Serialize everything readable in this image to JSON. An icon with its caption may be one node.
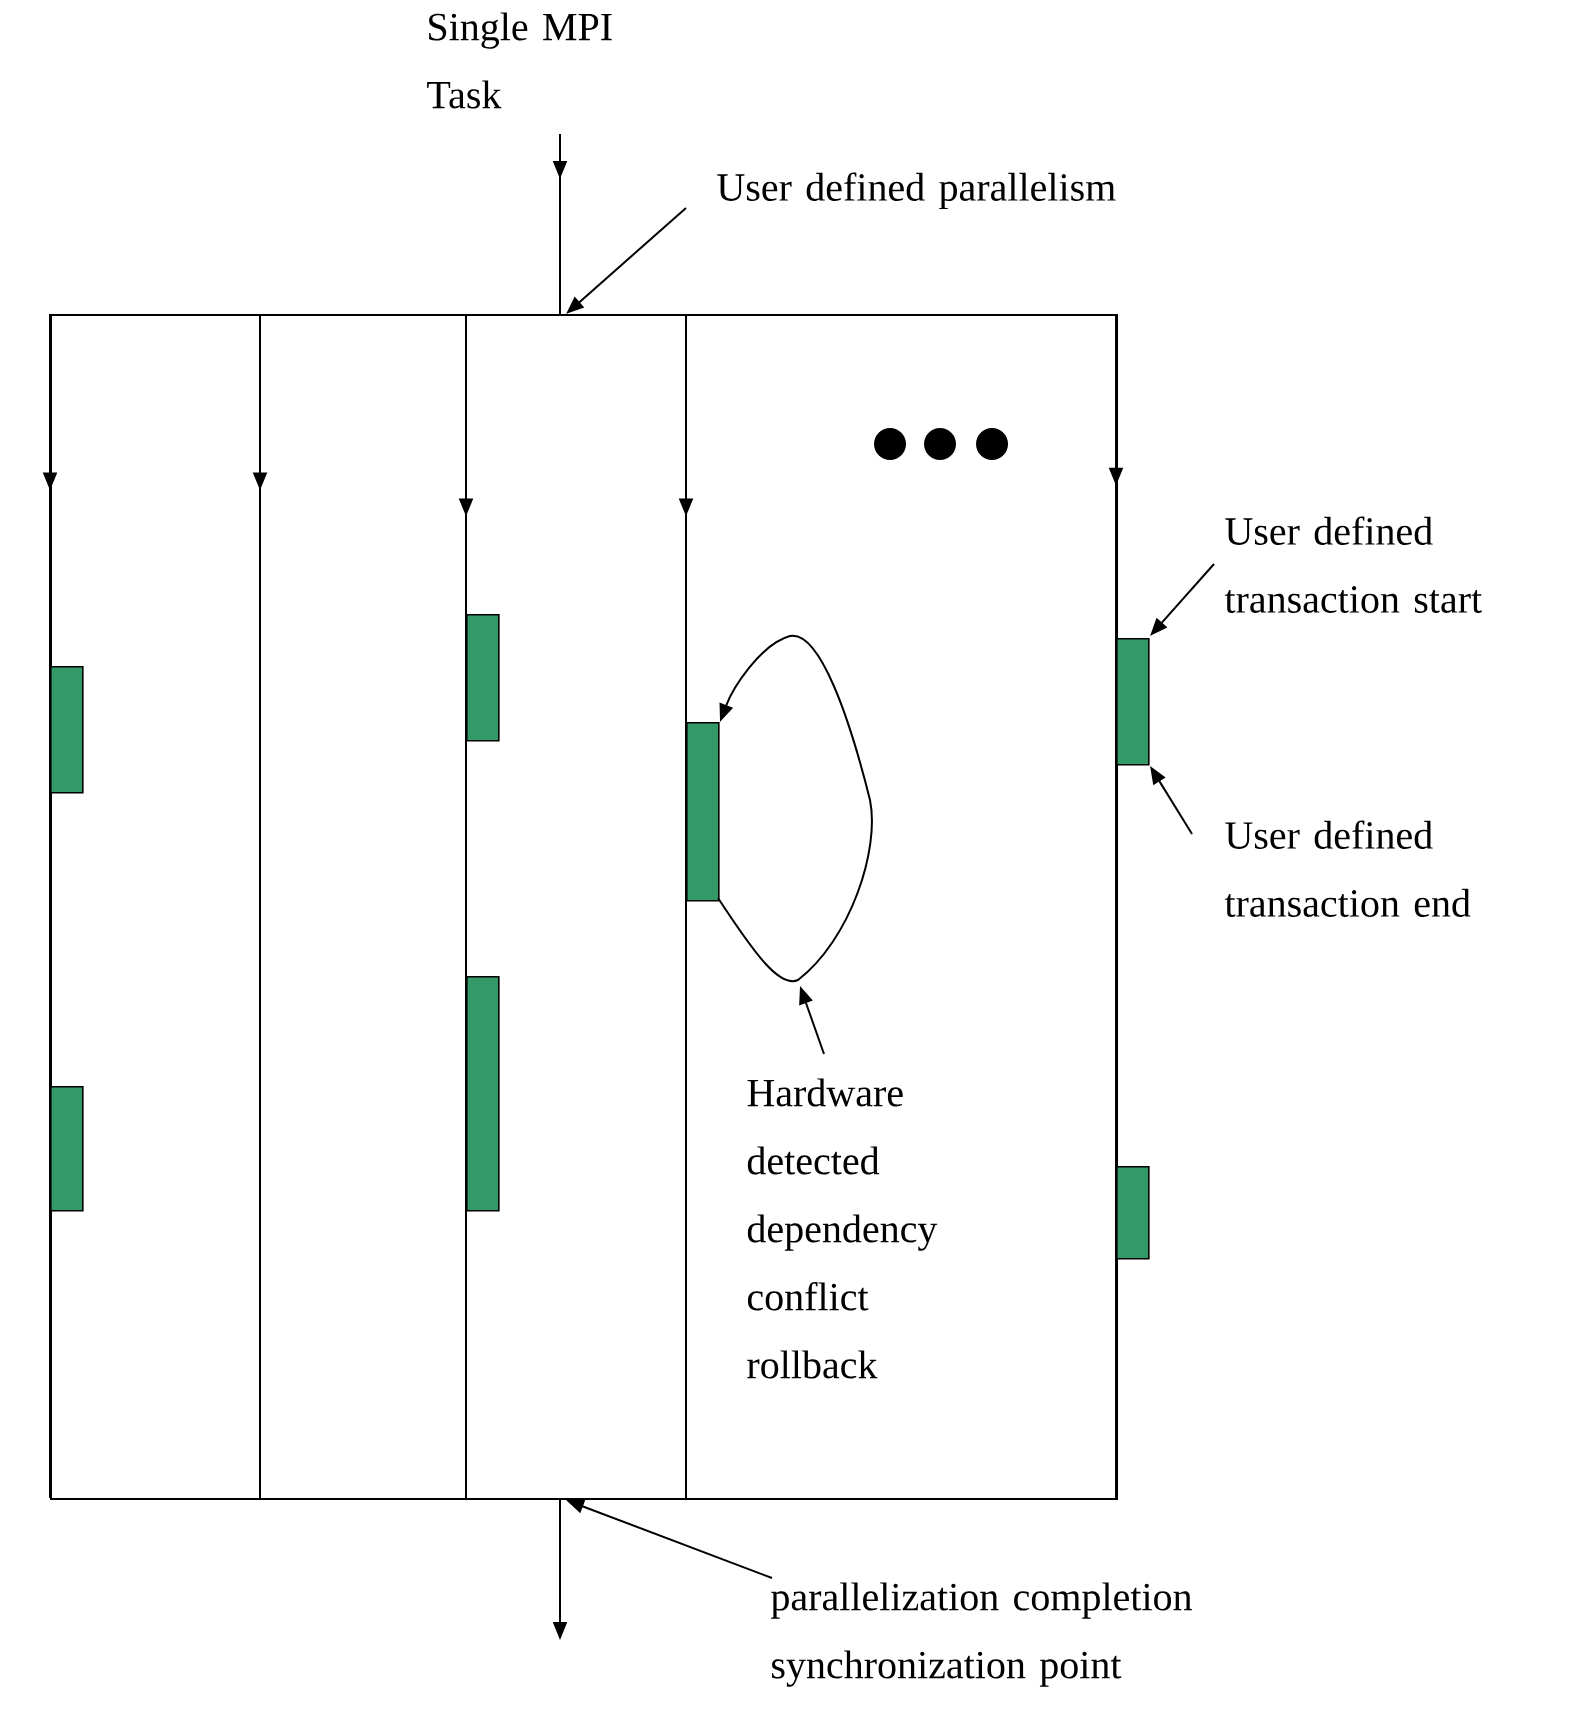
{
  "diagram": {
    "nodes": [
      {
        "text": [
          "Single MPI Task"
        ]
      },
      {
        "text": [],
        "shape": "box"
      },
      {
        "text": [
          "User defined parallelism"
        ]
      },
      {
        "text": [],
        "shape": "bar",
        "in": 1
      },
      {
        "text": [],
        "shape": "bar",
        "in": 1
      },
      {
        "text": [],
        "shape": "bar",
        "in": 1
      },
      {
        "text": [],
        "shape": "bar",
        "in": 1
      },
      {
        "text": [],
        "shape": "bar",
        "in": 1
      },
      {
        "text": [],
        "shape": "bar"
      },
      {
        "text": [],
        "shape": "bar"
      },
      {
        "text": [
          "User defined transaction start"
        ]
      },
      {
        "text": [
          "User defined transaction end"
        ]
      },
      {
        "text": [
          "Hardware detected dependency conflict rollback"
        ],
        "in": 1
      },
      {
        "text": [
          "parallelization completion synchronization point"
        ]
      }
    ],
    "edges": [
      {
        "from": 0,
        "to": 1,
        "arrow": "to"
      },
      {
        "from": 2,
        "to": 1,
        "arrow": "to"
      },
      {
        "from": 10,
        "to": 8,
        "arrow": "to"
      },
      {
        "from": 11,
        "to": 8,
        "arrow": "to"
      },
      {
        "from": 7,
        "to": 7,
        "arrow": "to"
      },
      {
        "from": 12,
        "to": null,
        "arrow": "to"
      },
      {
        "from": 1,
        "to": null,
        "arrow": "to"
      },
      {
        "from": 13,
        "to": 1,
        "arrow": "to"
      }
    ]
  }
}
